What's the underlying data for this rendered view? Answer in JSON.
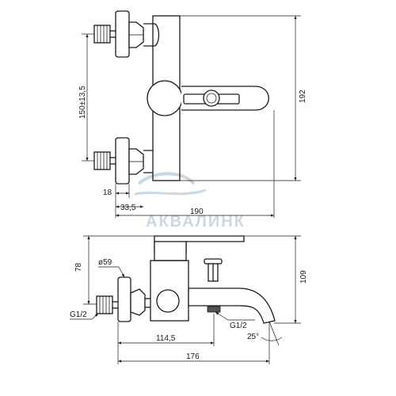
{
  "watermark": {
    "text": "АКВАЛИНК",
    "color": "#c9d8e3"
  },
  "top_view": {
    "dimensions": {
      "wall_spacing": "150±13,5",
      "height": "192",
      "width": "190",
      "eccentric_offset": "18",
      "eccentric_length": "33,5"
    }
  },
  "side_view": {
    "dimensions": {
      "height_to_axis": "78",
      "flange_diameter": "ø59",
      "inlet_thread": "G1/2",
      "spout_thread": "G1/2",
      "total_height": "109",
      "spout_angle": "25°",
      "body_reach": "114,5",
      "total_reach": "176"
    }
  },
  "colors": {
    "line": "#1a1a1a",
    "background": "#ffffff"
  }
}
